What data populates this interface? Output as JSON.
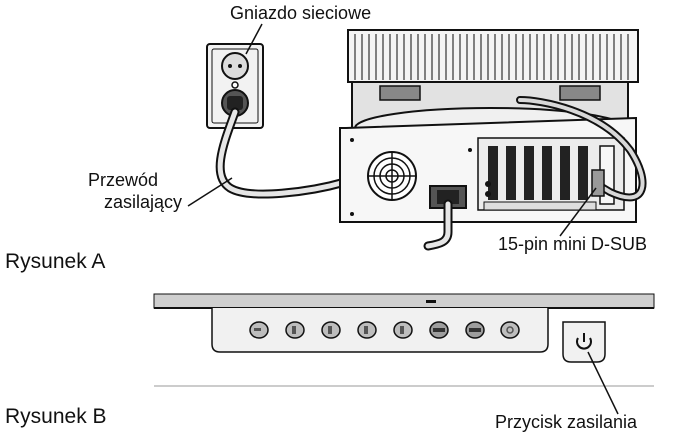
{
  "figure_a": {
    "caption": "Rysunek A",
    "labels": {
      "outlet": "Gniazdo sieciowe",
      "power_cable_line1": "Przewód",
      "power_cable_line2": "zasilający",
      "video_connector": "15-pin mini D-SUB"
    }
  },
  "figure_b": {
    "caption": "Rysunek B",
    "labels": {
      "power_button": "Przycisk zasilania"
    },
    "front_button_count": 8
  },
  "colors": {
    "line": "#111111",
    "panel": "#d9d9d9",
    "panel_dark": "#8a8a8a",
    "fill_light": "#f2f2f2",
    "fill_mid": "#bdbdbd"
  },
  "icons": [
    "wall-outlet-icon",
    "monitor-icon",
    "computer-case-icon",
    "fan-grille-icon",
    "power-symbol-icon"
  ]
}
